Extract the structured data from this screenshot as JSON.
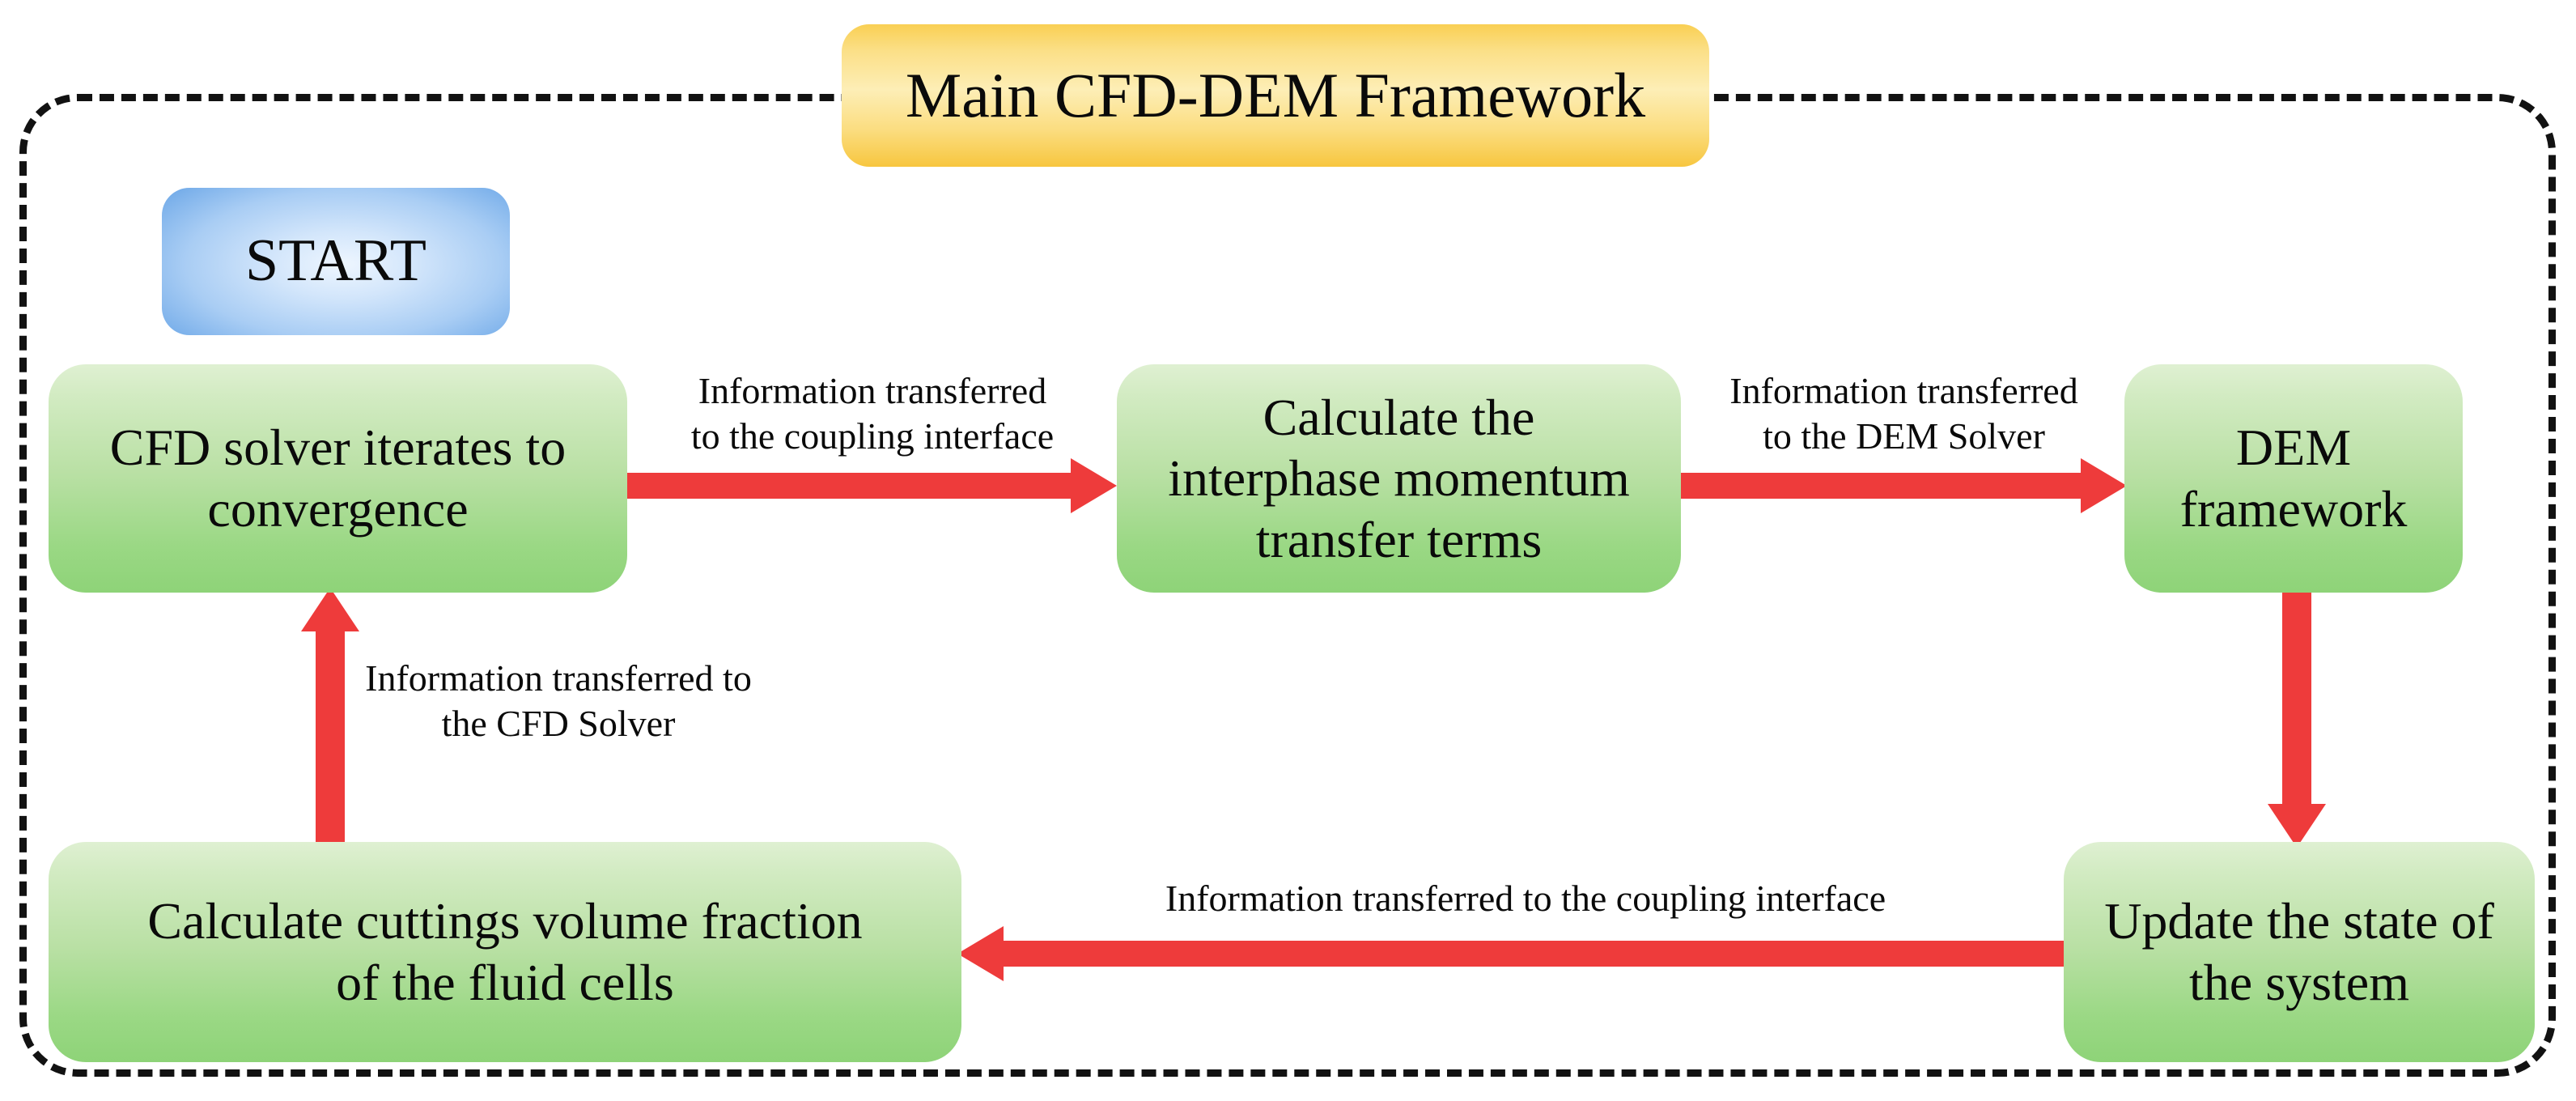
{
  "diagram": {
    "title": "Main CFD-DEM Framework",
    "frame": {
      "style": "dashed-rounded-rectangle",
      "color": "#121212"
    },
    "colors": {
      "title_fill": "#f7c63f",
      "start_fill": "#6fa9e8",
      "process_fill": "#9ad884",
      "arrow": "#ee3b3b",
      "text": "#0a0a0a"
    },
    "nodes": [
      {
        "id": "start",
        "label": "START",
        "shape": "rounded-rect",
        "fill": "blue"
      },
      {
        "id": "cfd",
        "label": "CFD solver iterates to\nconvergence",
        "shape": "rounded-rect",
        "fill": "green"
      },
      {
        "id": "inter",
        "label": "Calculate the\ninterphase momentum\ntransfer terms",
        "shape": "rounded-rect",
        "fill": "green"
      },
      {
        "id": "dem",
        "label": "DEM\nframework",
        "shape": "rounded-rect",
        "fill": "green"
      },
      {
        "id": "cuttings",
        "label": "Calculate cuttings volume fraction\nof the fluid cells",
        "shape": "rounded-rect",
        "fill": "green"
      },
      {
        "id": "update",
        "label": "Update the state of\nthe system",
        "shape": "rounded-rect",
        "fill": "green"
      }
    ],
    "edges": [
      {
        "from": "cfd",
        "to": "inter",
        "direction": "right",
        "label": "Information transferred\nto the coupling interface"
      },
      {
        "from": "inter",
        "to": "dem",
        "direction": "right",
        "label": "Information transferred\nto the DEM Solver"
      },
      {
        "from": "dem",
        "to": "update",
        "direction": "down",
        "label": ""
      },
      {
        "from": "update",
        "to": "cuttings",
        "direction": "left",
        "label": "Information transferred to the coupling interface"
      },
      {
        "from": "cuttings",
        "to": "cfd",
        "direction": "up",
        "label": "Information transferred to\nthe CFD Solver"
      }
    ]
  }
}
